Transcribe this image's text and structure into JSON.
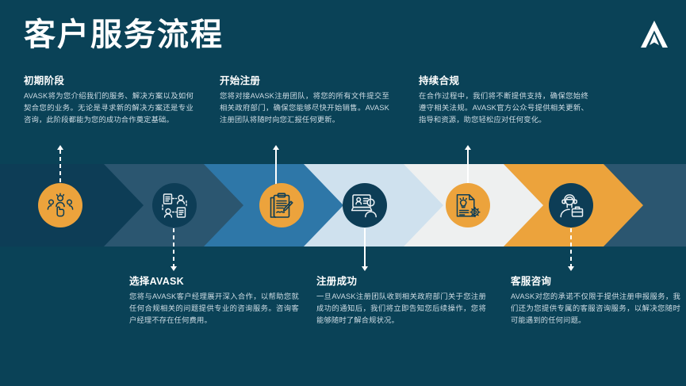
{
  "page": {
    "title": "客户服务流程",
    "background_color": "#0a4257",
    "band_color": "#083a4e",
    "logo_name": "avask-logo"
  },
  "palette": {
    "orange": "#eca33c",
    "navy": "#0d3d56",
    "steel_blue": "#2e77a8",
    "dark_slate": "#2b5670",
    "light_blue": "#cfe1ee",
    "off_white": "#eef0f0",
    "heading_text": "#ffffff",
    "body_text": "#cfdde5"
  },
  "steps": [
    {
      "id": "step-1",
      "position": "top",
      "heading": "初期阶段",
      "body": "AVASK将为您介绍我们的服务、解决方案以及如何契合您的业务。无论是寻求新的解决方案还是专业咨询，此阶段都能为您的成功合作奠定基础。",
      "icon_name": "people-selection-icon",
      "circle_color": "#eca33c",
      "icon_color": "#0d3d56",
      "connector": "dashed-up"
    },
    {
      "id": "step-2",
      "position": "bottom",
      "heading": "选择AVASK",
      "body": "您将与AVASK客户经理展开深入合作，以帮助您就任何合规相关的问题提供专业的咨询服务。咨询客户经理不存在任何费用。",
      "icon_name": "document-network-icon",
      "circle_color": "#0d3d56",
      "icon_color": "#eef3f6",
      "connector": "dashed-down"
    },
    {
      "id": "step-3",
      "position": "top",
      "heading": "开始注册",
      "body": "您将对接AVASK注册团队，将您的所有文件提交至相关政府部门，确保您能够尽快开始销售。AVASK注册团队将随时向您汇报任何更新。",
      "icon_name": "contract-signing-icon",
      "circle_color": "#eca33c",
      "icon_color": "#0d3d56",
      "connector": "solid-up"
    },
    {
      "id": "step-4",
      "position": "bottom",
      "heading": "注册成功",
      "body": "一旦AVASK注册团队收到相关政府部门关于您注册成功的通知后，我们将立即告知您后续操作，您将能够随时了解合规状况。",
      "icon_name": "online-registration-icon",
      "circle_color": "#0d3d56",
      "icon_color": "#eef3f6",
      "connector": "solid-down"
    },
    {
      "id": "step-5",
      "position": "top",
      "heading": "持续合规",
      "body": "在合作过程中，我们将不断提供支持，确保您始终遵守相关法规。AVASK官方公众号提供相关更新、指导和资源，助您轻松应对任何变化。",
      "icon_name": "compliance-document-gear-icon",
      "circle_color": "#eca33c",
      "icon_color": "#0d3d56",
      "connector": "solid-up"
    },
    {
      "id": "step-6",
      "position": "bottom",
      "heading": "客服咨询",
      "body": "AVASK对您的承诺不仅限于提供注册申报服务，我们还为您提供专属的客服咨询服务，以解决您随时可能遇到的任何问题。",
      "icon_name": "customer-support-agent-icon",
      "circle_color": "#0d3d56",
      "icon_color": "#eef3f6",
      "connector": "dashed-down"
    }
  ],
  "chevrons": [
    {
      "name": "chevron-1",
      "color": "#0d3d56"
    },
    {
      "name": "chevron-2",
      "color": "#2b5670"
    },
    {
      "name": "chevron-3",
      "color": "#2e77a8"
    },
    {
      "name": "chevron-4",
      "color": "#cfe1ee"
    },
    {
      "name": "chevron-5",
      "color": "#eef0f0"
    },
    {
      "name": "chevron-6",
      "color": "#eca33c"
    },
    {
      "name": "chevron-7",
      "color": "#2b5670"
    }
  ]
}
